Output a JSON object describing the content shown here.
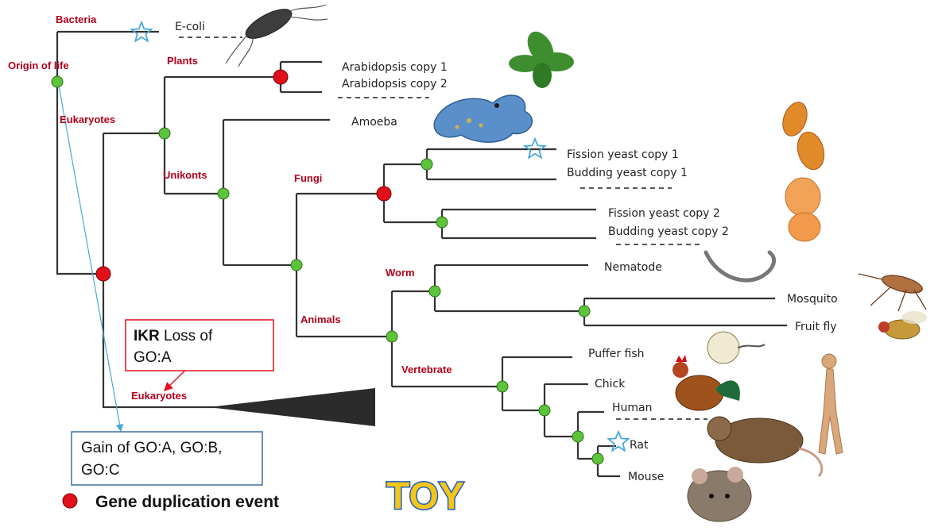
{
  "clades": {
    "bacteria": "Bacteria",
    "origin": "Origin of life",
    "plants": "Plants",
    "eukaryotes_top": "Eukaryotes",
    "unikonts": "Unikonts",
    "fungi": "Fungi",
    "worm": "Worm",
    "animals": "Animals",
    "vertebrate": "Vertebrate",
    "eukaryotes_bottom": "Eukaryotes"
  },
  "taxa": {
    "ecoli": "E-coli",
    "arab1": "Arabidopsis copy 1",
    "arab2": "Arabidopsis copy 2",
    "amoeba": "Amoeba",
    "fission1": "Fission yeast copy 1",
    "budding1": "Budding yeast copy 1",
    "fission2": "Fission yeast copy 2",
    "budding2": "Budding yeast copy 2",
    "nematode": "Nematode",
    "mosquito": "Mosquito",
    "fruitfly": "Fruit fly",
    "pufferfish": "Puffer fish",
    "chick": "Chick",
    "human": "Human",
    "rat": "Rat",
    "mouse": "Mouse"
  },
  "ikr_box": {
    "bold": "IKR",
    "line1_rest": " Loss of",
    "line2": "GO:A"
  },
  "gain_box": {
    "line1": "Gain of GO:A, GO:B,",
    "line2": "GO:C"
  },
  "legend": {
    "label": "Gene duplication event"
  },
  "logo": {
    "text": "TOY"
  },
  "colors": {
    "branch": "#333333",
    "speciation_node": "#5cc43a",
    "duplication_node": "#e0101a",
    "clade_label": "#b3001b",
    "ikr_box_border": "#e0101a",
    "gain_box_border": "#3a6ea5",
    "loss_star": "#4aa8d8",
    "arrow_blue": "#4aa8d8",
    "arrow_red": "#e0101a",
    "toy_fill": "#f5c518",
    "toy_outline": "#1f5fbf"
  }
}
